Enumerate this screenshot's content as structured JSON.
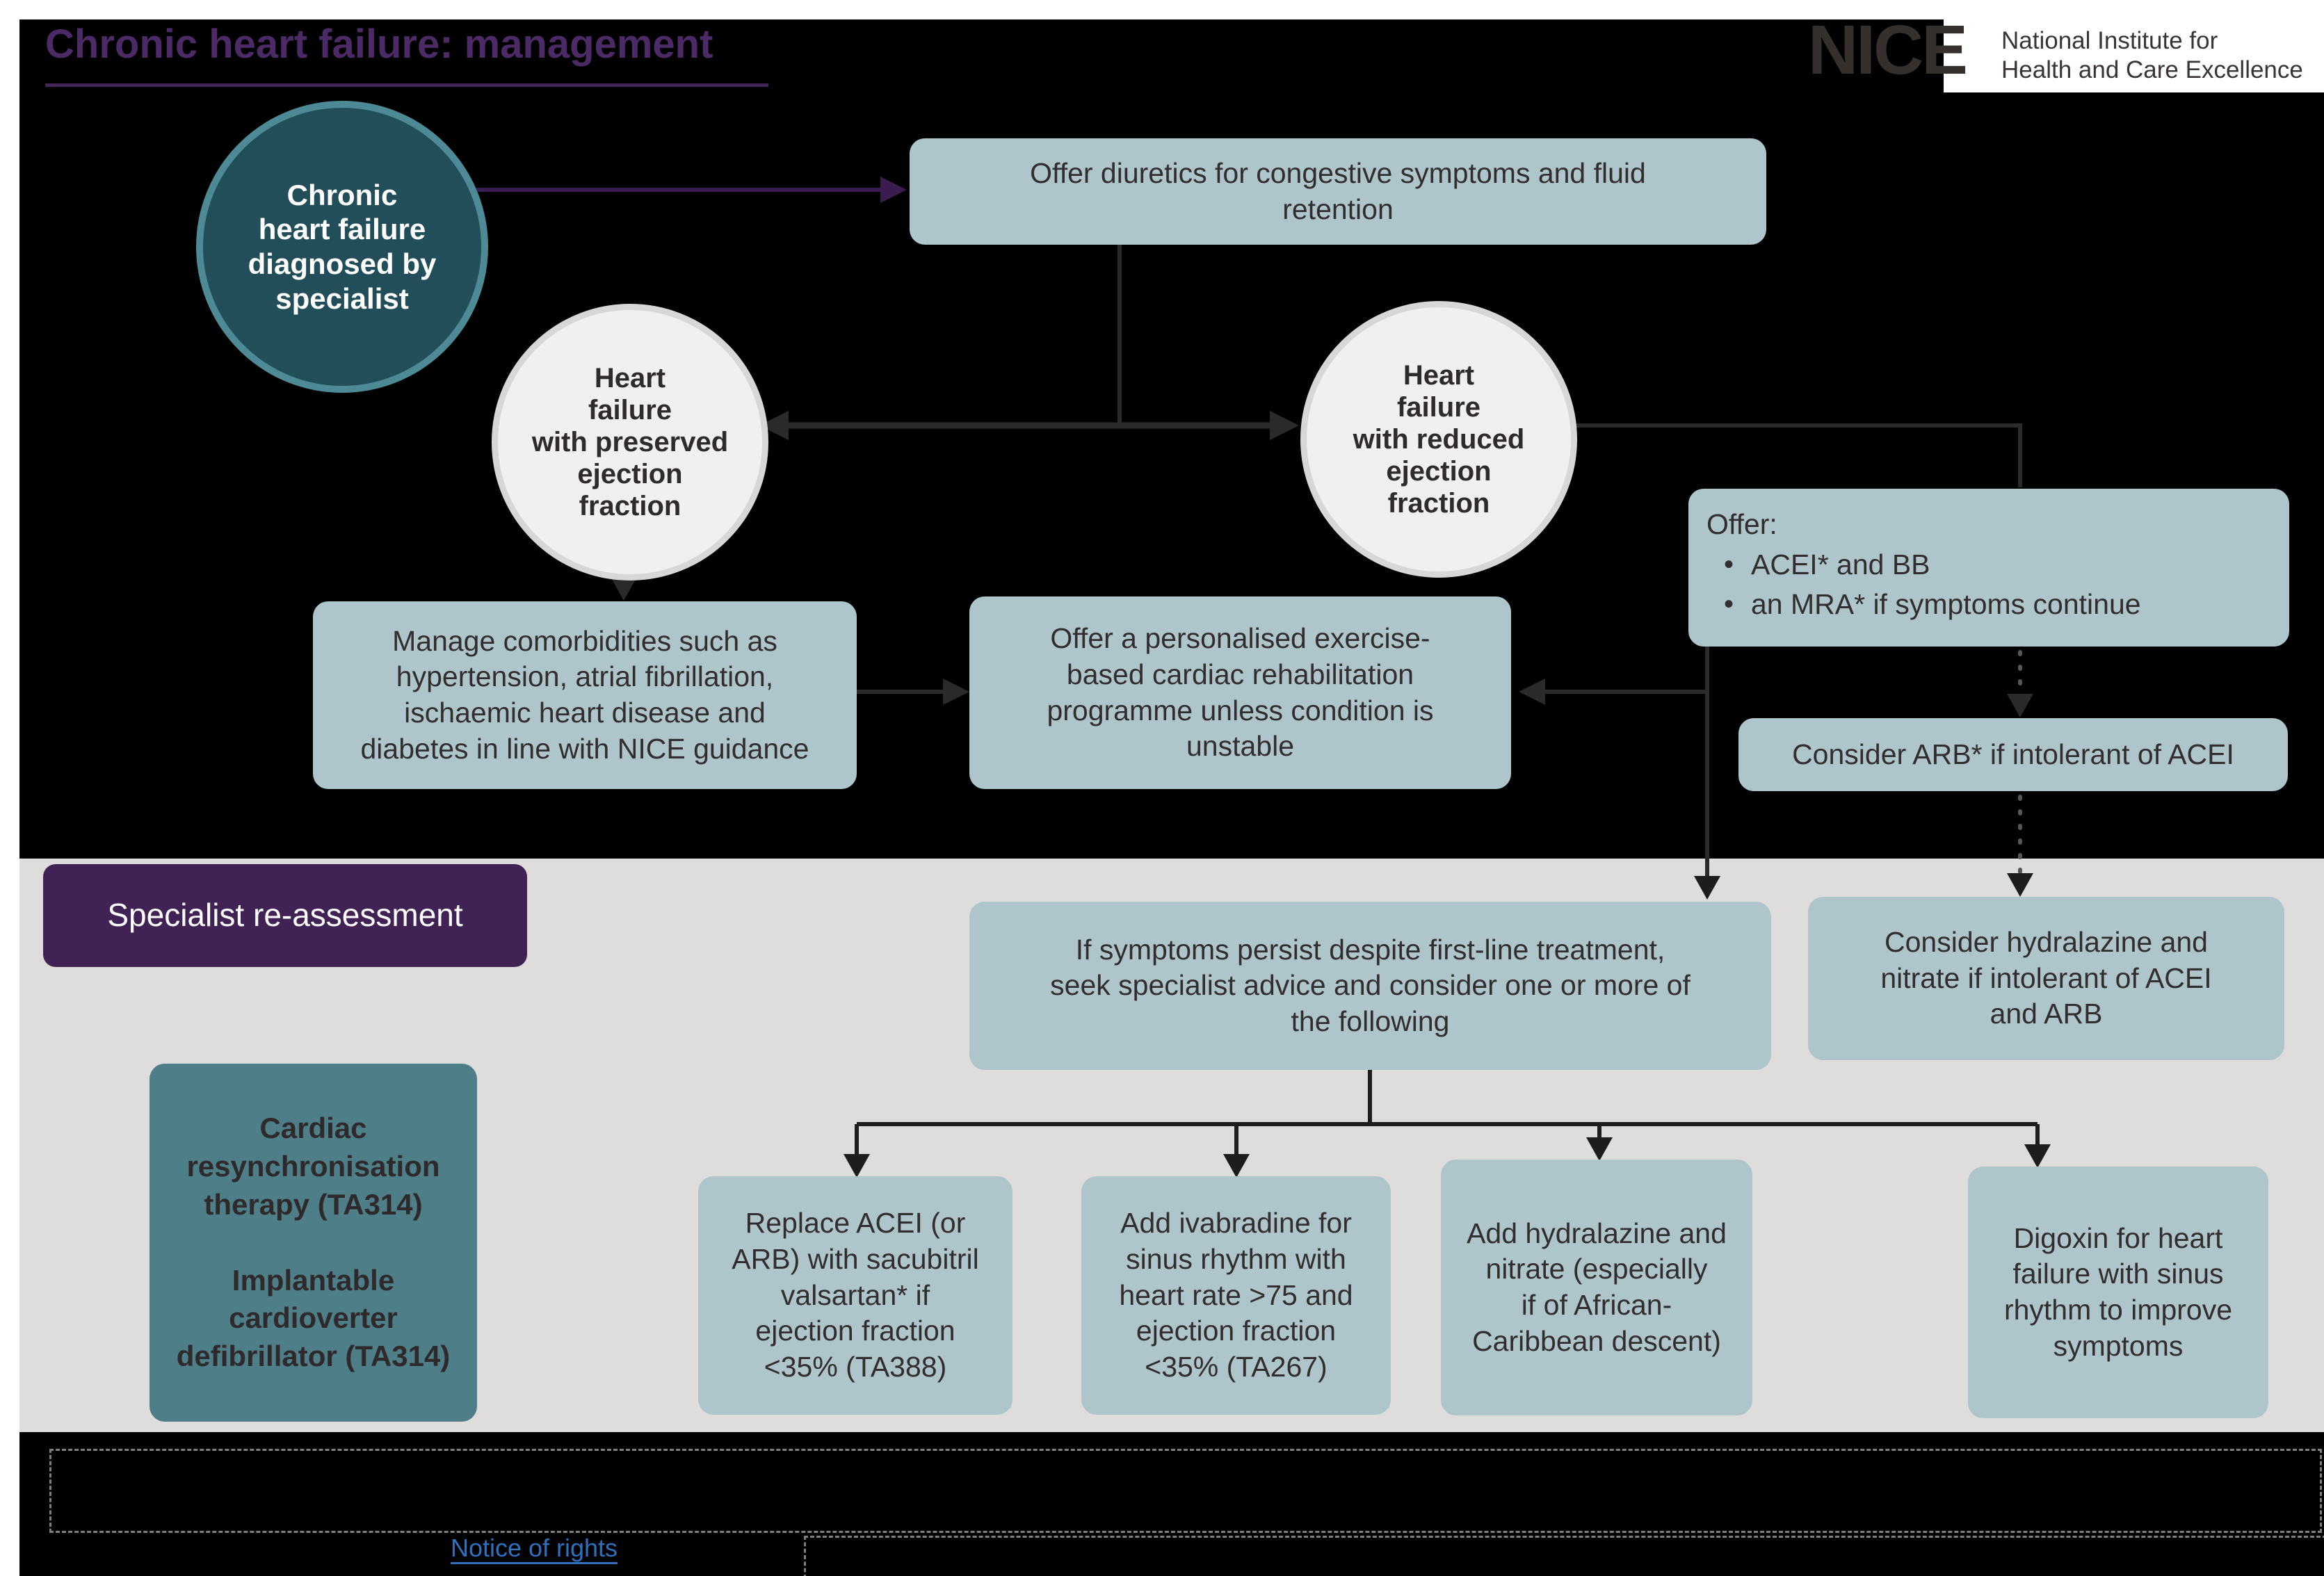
{
  "page": {
    "title": "Chronic heart failure: management"
  },
  "logo": {
    "acronym": "NICE",
    "subtitle_line1": "National Institute for",
    "subtitle_line2": "Health and Care Excellence"
  },
  "nodes": {
    "start": {
      "text": "Chronic\nheart failure\ndiagnosed by\nspecialist"
    },
    "diuretics": {
      "text": "Offer diuretics for congestive symptoms and fluid\nretention"
    },
    "hfpef": {
      "text": "Heart\nfailure\nwith preserved\nejection\nfraction"
    },
    "hfref": {
      "text": "Heart\nfailure\nwith reduced\nejection\nfraction"
    },
    "offer": {
      "intro": "Offer:",
      "bullets": [
        "ACEI* and BB",
        "an MRA* if symptoms continue"
      ]
    },
    "arb": {
      "text": "Consider ARB* if intolerant of ACEI"
    },
    "comorbidities": {
      "text": "Manage comorbidities such as\nhypertension, atrial fibrillation,\nischaemic heart disease and\ndiabetes in line with NICE guidance"
    },
    "rehab": {
      "text": "Offer a personalised exercise-\nbased cardiac rehabilitation\nprogramme unless condition is\nunstable"
    },
    "specialist": {
      "text": "Specialist re-assessment"
    },
    "persist": {
      "text": "If symptoms persist despite first-line treatment,\nseek specialist advice and consider one or more of\nthe following"
    },
    "hydralazine_intolerant": {
      "text": "Consider hydralazine and\nnitrate if intolerant of ACEI\nand ARB"
    },
    "ta_devices": {
      "text": "Cardiac\nresynchronisation\ntherapy (TA314)\n\nImplantable\ncardioverter\ndefibrillator (TA314)"
    },
    "sacubitril": {
      "text": "Replace ACEI (or\nARB) with sacubitril\nvalsartan* if\nejection fraction\n<35% (TA388)"
    },
    "ivabradine": {
      "text": "Add ivabradine for\nsinus rhythm with\nheart rate >75 and\nejection fraction\n<35% (TA267)"
    },
    "hydralazine_add": {
      "text": "Add hydralazine and\nnitrate (especially\nif of African-\nCaribbean descent)"
    },
    "digoxin": {
      "text": "Digoxin for heart\nfailure with sinus\nrhythm to improve\nsymptoms"
    }
  },
  "glyphs": {
    "bullet": "•"
  },
  "footer": {
    "notice_link": "Notice of rights"
  },
  "colors": {
    "canvas": "#000000",
    "band": "#dedddc",
    "node_fill": "#aec5cb",
    "node_text": "#322d2e",
    "start_fill": "#214e58",
    "start_ring": "#4d8a96",
    "ef_circle_fill": "#f1f0ef",
    "purple_title": "#4b2a66",
    "purple_box": "#412254",
    "purple_arrow": "#3a1d4e",
    "teal_box": "#4e7e88",
    "link_blue": "#2f6fbe",
    "logo_gray": "#35302e"
  }
}
